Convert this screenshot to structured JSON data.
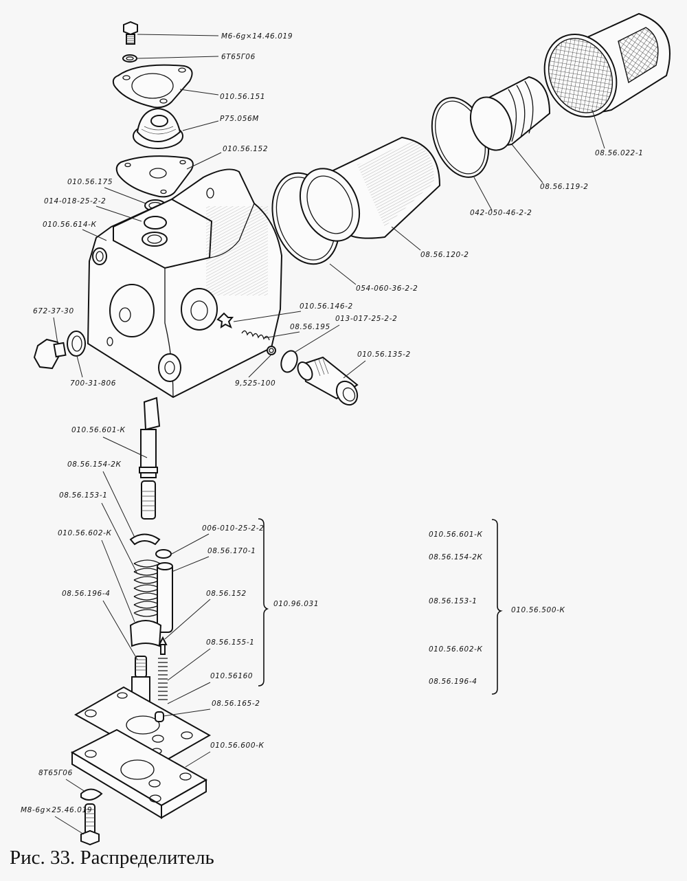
{
  "figure": {
    "caption": "Рис. 33. Распределитель",
    "title": "Распределитель"
  },
  "labels": [
    {
      "id": "bolt-top",
      "text": "М6-6g×14.46.019"
    },
    {
      "id": "washer-top",
      "text": "6Т65Г06"
    },
    {
      "id": "flange",
      "text": "010.56.151"
    },
    {
      "id": "cap",
      "text": "Р75.056М"
    },
    {
      "id": "gasket-top",
      "text": "010.56.152"
    },
    {
      "id": "ring-175",
      "text": "010.56.175"
    },
    {
      "id": "oring-014",
      "text": "014-018-25-2-2"
    },
    {
      "id": "body",
      "text": "010.56.614-К"
    },
    {
      "id": "filter",
      "text": "08.56.022-1"
    },
    {
      "id": "plug-119",
      "text": "08.56.119-2"
    },
    {
      "id": "oring-042",
      "text": "042-050-46-2-2"
    },
    {
      "id": "sleeve-120",
      "text": "08.56.120-2"
    },
    {
      "id": "oring-054",
      "text": "054-060-36-2-2"
    },
    {
      "id": "pin-146",
      "text": "010.56.146-2"
    },
    {
      "id": "spring-195",
      "text": "08.56.195"
    },
    {
      "id": "oring-013",
      "text": "013-017-25-2-2"
    },
    {
      "id": "plug-672",
      "text": "672-37-30"
    },
    {
      "id": "washer-700",
      "text": "700-31-806"
    },
    {
      "id": "ball",
      "text": "9,525-100"
    },
    {
      "id": "fitting-135",
      "text": "010.56.135-2"
    },
    {
      "id": "rod-601",
      "text": "010.56.601-К"
    },
    {
      "id": "ring-154",
      "text": "08.56.154-2К"
    },
    {
      "id": "spring-153",
      "text": "08.56.153-1"
    },
    {
      "id": "cup-602",
      "text": "010.56.602-К"
    },
    {
      "id": "stem-196",
      "text": "08.56.196-4"
    },
    {
      "id": "oring-006",
      "text": "006-010-25-2-2"
    },
    {
      "id": "sleeve-170",
      "text": "08.56.170-1"
    },
    {
      "id": "needle-152",
      "text": "08.56.152"
    },
    {
      "id": "spring-155",
      "text": "08.56.155-1"
    },
    {
      "id": "plate-160",
      "text": "010.56160"
    },
    {
      "id": "pin-165",
      "text": "08.56.165-2"
    },
    {
      "id": "base-600",
      "text": "010.56.600-К"
    },
    {
      "id": "washer-bottom",
      "text": "8Т65Г06"
    },
    {
      "id": "bolt-bottom",
      "text": "М8-6g×25.46.019"
    }
  ],
  "assemblies": [
    {
      "id": "asm-031",
      "text": "010.96.031"
    },
    {
      "id": "asm-500",
      "text": "010.56.500-К",
      "members": [
        "010.56.601-К",
        "08.56.154-2К",
        "08.56.153-1",
        "010.56.602-К",
        "08.56.196-4"
      ]
    }
  ]
}
